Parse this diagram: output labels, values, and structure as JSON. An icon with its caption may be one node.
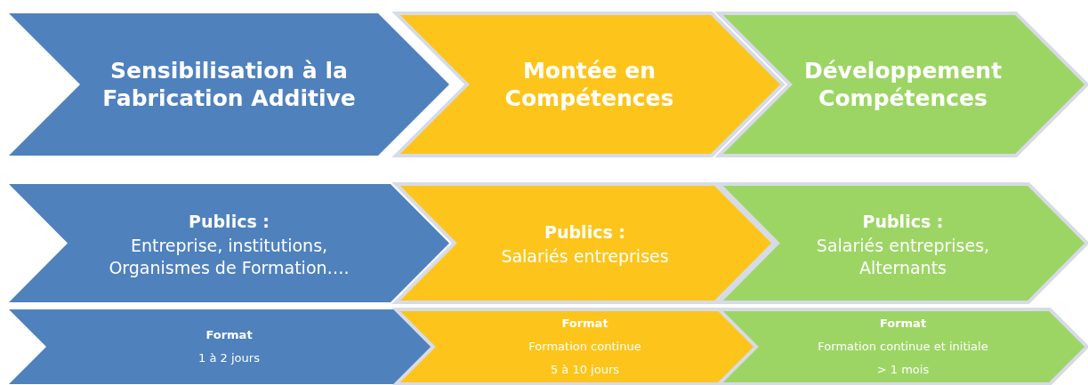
{
  "diagram": {
    "nodes": [
      {
        "text": [
          "Sensibilisation à la Fabrication Additive"
        ]
      },
      {
        "text": [
          "Montée en Compétences"
        ]
      },
      {
        "text": [
          "Développement Compétences"
        ]
      },
      {
        "text": [
          "Publics :",
          "Entreprise, institutions, Organismes de Formation…."
        ]
      },
      {
        "text": [
          "Publics :",
          "Salariés entreprises"
        ]
      },
      {
        "text": [
          "Publics :",
          "Salariés entreprises, Alternants"
        ]
      },
      {
        "text": [
          "Format",
          "1 à 2 jours"
        ]
      },
      {
        "text": [
          "Format",
          "Formation continue",
          "5 à 10 jours"
        ]
      },
      {
        "text": [
          "Format",
          "Formation continue et initiale",
          "> 1 mois"
        ]
      }
    ]
  }
}
